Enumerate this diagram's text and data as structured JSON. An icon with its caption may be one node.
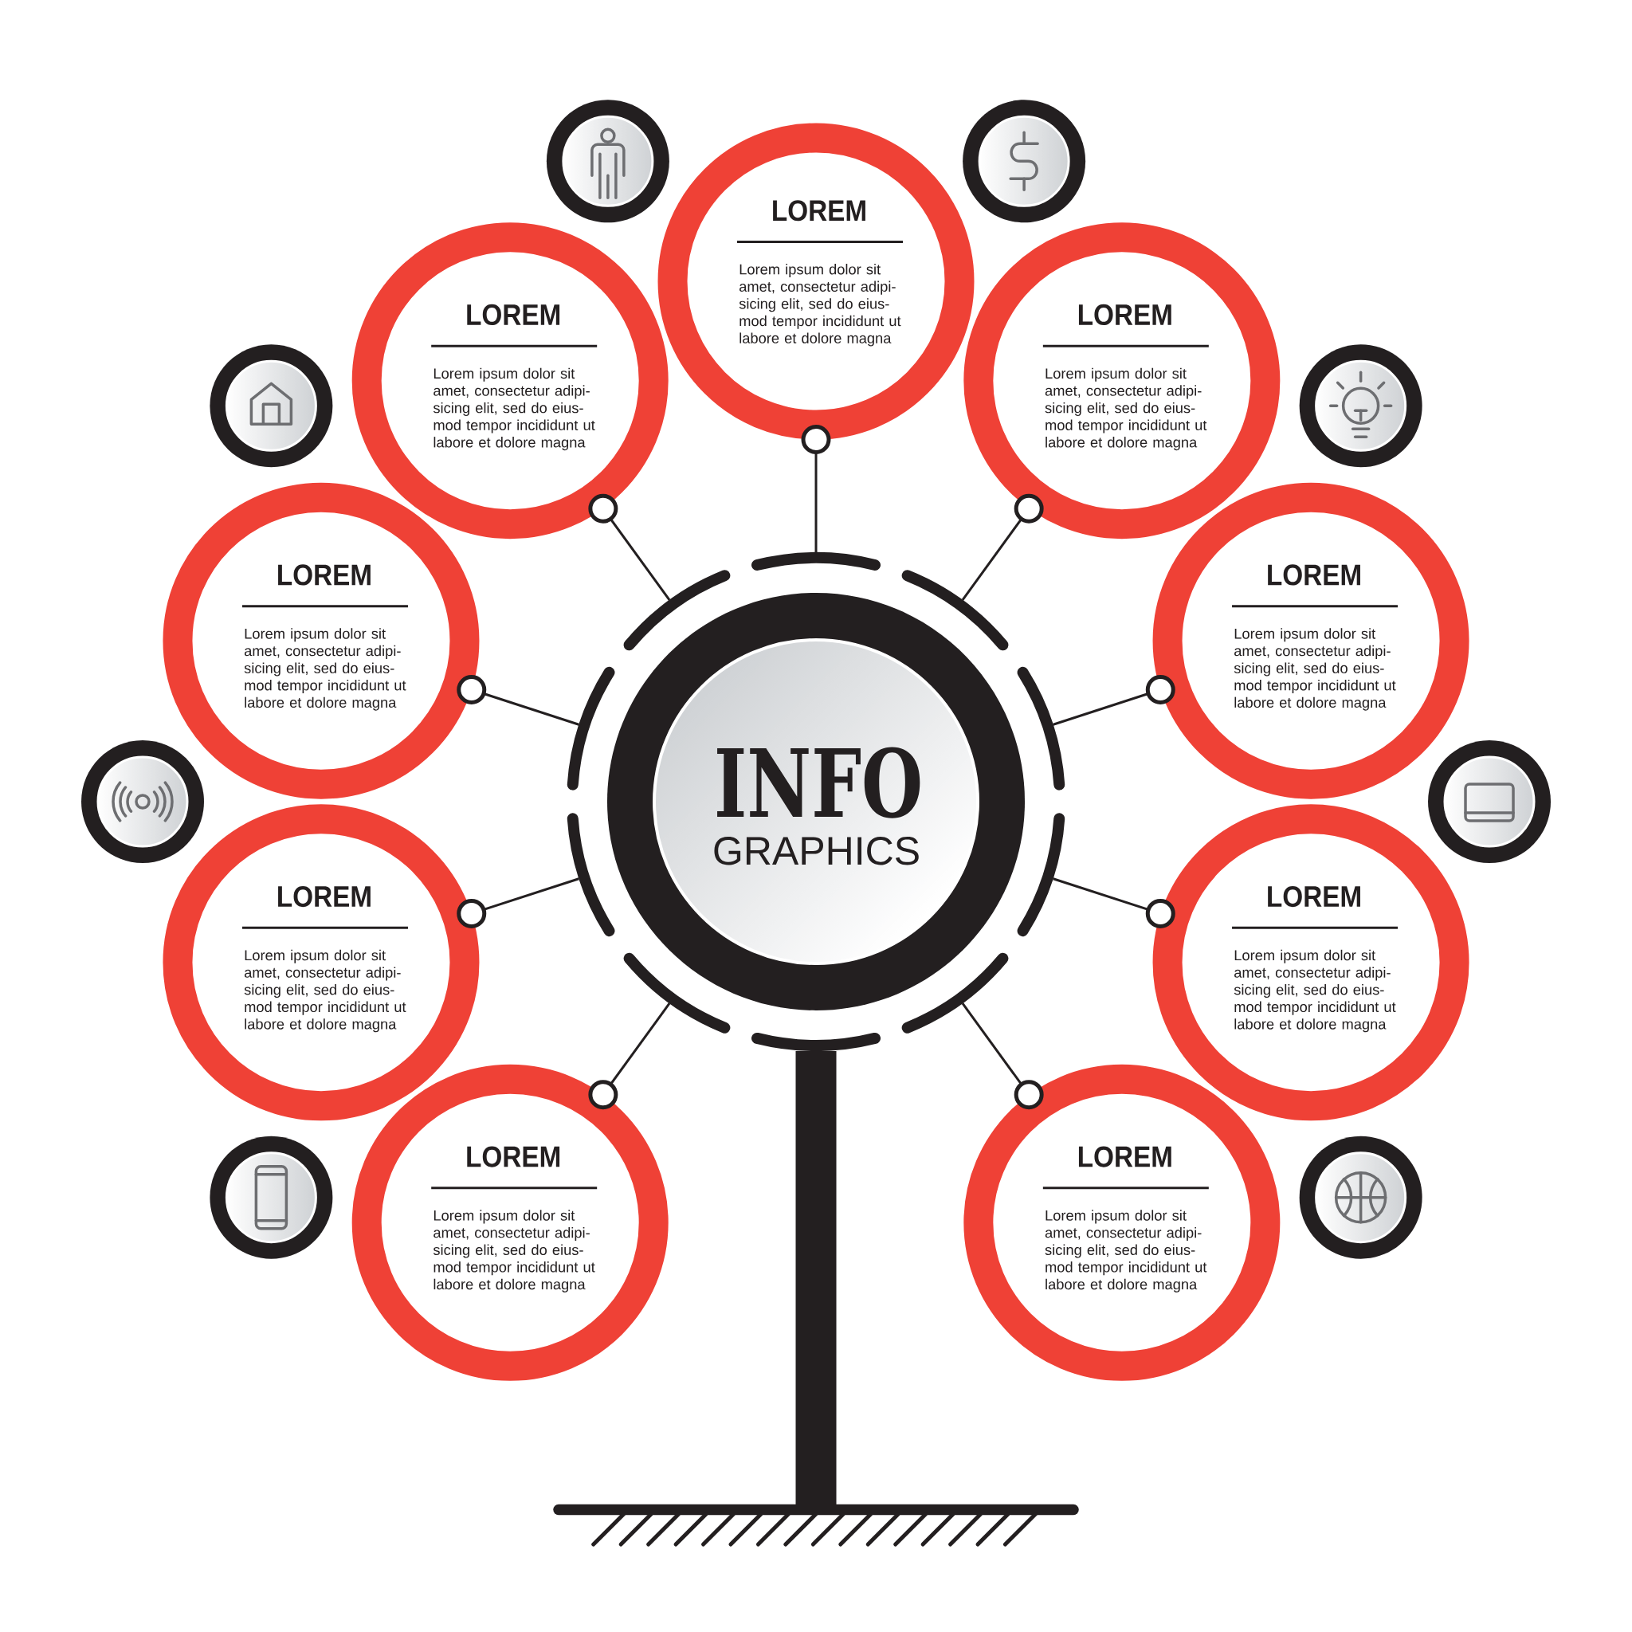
{
  "diagram": {
    "nodes": [
      {
        "text": [
          "INFO",
          "GRAPHICS"
        ]
      },
      {
        "text": [
          "LOREM",
          "Lorem ipsum dolor sit amet, consectetur adipi- sicing elit, sed do eius- mod tempor incididunt ut labore et dolore magna"
        ]
      },
      {
        "text": [
          "LOREM",
          "Lorem ipsum dolor sit amet, consectetur adipi- sicing elit, sed do eius- mod tempor incididunt ut labore et dolore magna"
        ]
      },
      {
        "text": [
          "LOREM",
          "Lorem ipsum dolor sit amet, consectetur adipi- sicing elit, sed do eius- mod tempor incididunt ut labore et dolore magna"
        ]
      },
      {
        "text": [
          "LOREM",
          "Lorem ipsum dolor sit amet, consectetur adipi- sicing elit, sed do eius- mod tempor incididunt ut labore et dolore magna"
        ]
      },
      {
        "text": [
          "LOREM",
          "Lorem ipsum dolor sit amet, consectetur adipi- sicing elit, sed do eius- mod tempor incididunt ut labore et dolore magna"
        ]
      },
      {
        "text": [
          "LOREM",
          "Lorem ipsum dolor sit amet, consectetur adipi- sicing elit, sed do eius- mod tempor incididunt ut labore et dolore magna"
        ]
      },
      {
        "text": [
          "LOREM",
          "Lorem ipsum dolor sit amet, consectetur adipi- sicing elit, sed do eius- mod tempor incididunt ut labore et dolore magna"
        ]
      },
      {
        "text": [
          "LOREM",
          "Lorem ipsum dolor sit amet, consectetur adipi- sicing elit, sed do eius- mod tempor incididunt ut labore et dolore magna"
        ]
      },
      {
        "text": [
          "LOREM",
          "Lorem ipsum dolor sit amet, consectetur adipi- sicing elit, sed do eius- mod tempor incididunt ut labore et dolore magna"
        ]
      },
      {
        "text": [],
        "shape": "bar"
      }
    ],
    "edges": [
      {
        "from": 0,
        "to": 1,
        "arrow": "other"
      },
      {
        "from": 0,
        "to": 2,
        "arrow": "other"
      },
      {
        "from": 0,
        "to": 3,
        "arrow": "other"
      },
      {
        "from": 0,
        "to": 4,
        "arrow": "other"
      },
      {
        "from": 0,
        "to": 5,
        "arrow": "other"
      },
      {
        "from": 0,
        "to": 6,
        "arrow": "other"
      },
      {
        "from": 0,
        "to": 7,
        "arrow": "other"
      },
      {
        "from": 0,
        "to": 8,
        "arrow": "other"
      },
      {
        "from": 0,
        "to": 9,
        "arrow": "other"
      }
    ]
  }
}
